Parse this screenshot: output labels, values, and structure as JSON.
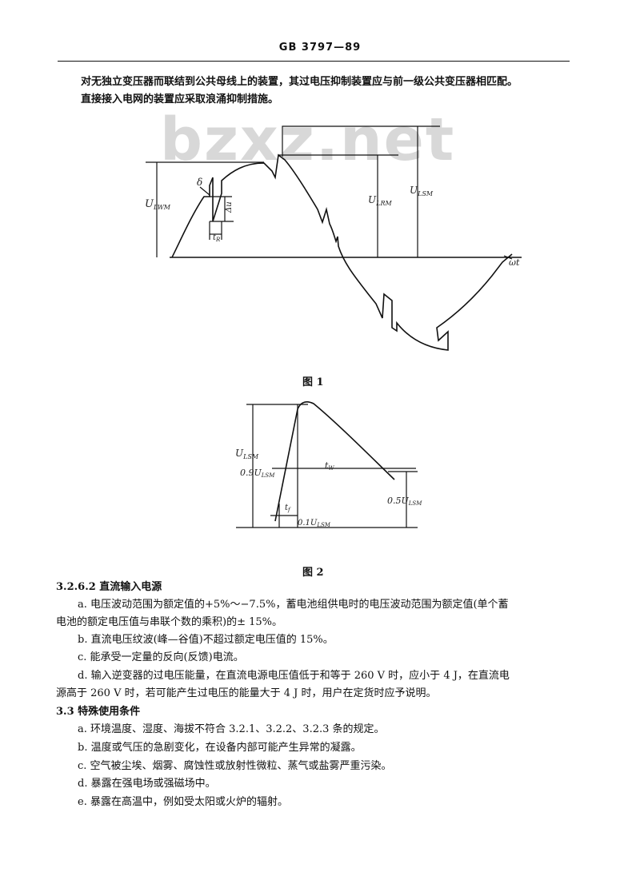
{
  "header": {
    "title": "GB 3797—89"
  },
  "intro": {
    "line1": "对无独立变压器而联结到公共母线上的装置，其过电压抑制装置应与前一级公共变压器相匹配。",
    "line2": "直接接入电网的装置应采取浪涌抑制措施。"
  },
  "watermark": "bzxz.net",
  "figure1": {
    "caption": "图 1",
    "labels": {
      "delta": "δ",
      "u_lwm_main": "U",
      "u_lwm_sub": "LWM",
      "du": "Δu",
      "tr": "t",
      "tr_sub": "R",
      "u_lrm_main": "U",
      "u_lrm_sub": "LRM",
      "u_lsm_main": "U",
      "u_lsm_sub": "LSM",
      "omega_t": "ωt"
    }
  },
  "figure2": {
    "caption": "图 2",
    "labels": {
      "u_lsm_main": "U",
      "u_lsm_sub": "LSM",
      "p09_main": "0.9U",
      "p09_sub": "LSM",
      "tw": "t",
      "tw_sub": "W",
      "p05_main": "0.5U",
      "p05_sub": "LSM",
      "tf": "t",
      "tf_sub": "f",
      "p01_main": "0.1U",
      "p01_sub": "LSM"
    }
  },
  "body": {
    "s3262_heading": "3.2.6.2  直流输入电源",
    "a_line1": "a.  电压波动范围为额定值的+5%～−7.5%，蓄电池组供电时的电压波动范围为额定值(单个蓄",
    "a_line2": "电池的额定电压值与串联个数的乘积)的± 15%。",
    "b_line": "b.  直流电压纹波(峰—谷值)不超过额定电压值的 15%。",
    "c_line": "c.  能承受一定量的反向(反馈)电流。",
    "d_line1": "d.  输入逆变器的过电压能量，在直流电源电压值低于和等于 260 V 时，应小于 4 J，在直流电",
    "d_line2": "源高于 260 V 时，若可能产生过电压的能量大于 4 J 时，用户在定货时应予说明。",
    "s33_heading": "3.3  特殊使用条件",
    "s33_a": "a.  环境温度、湿度、海拔不符合 3.2.1、3.2.2、3.2.3 条的规定。",
    "s33_b": "b.  温度或气压的急剧变化，在设备内部可能产生异常的凝露。",
    "s33_c": "c.  空气被尘埃、烟雾、腐蚀性或放射性微粒、蒸气或盐雾严重污染。",
    "s33_d": "d.  暴露在强电场或强磁场中。",
    "s33_e": "e.  暴露在高温中，例如受太阳或火炉的辐射。"
  }
}
